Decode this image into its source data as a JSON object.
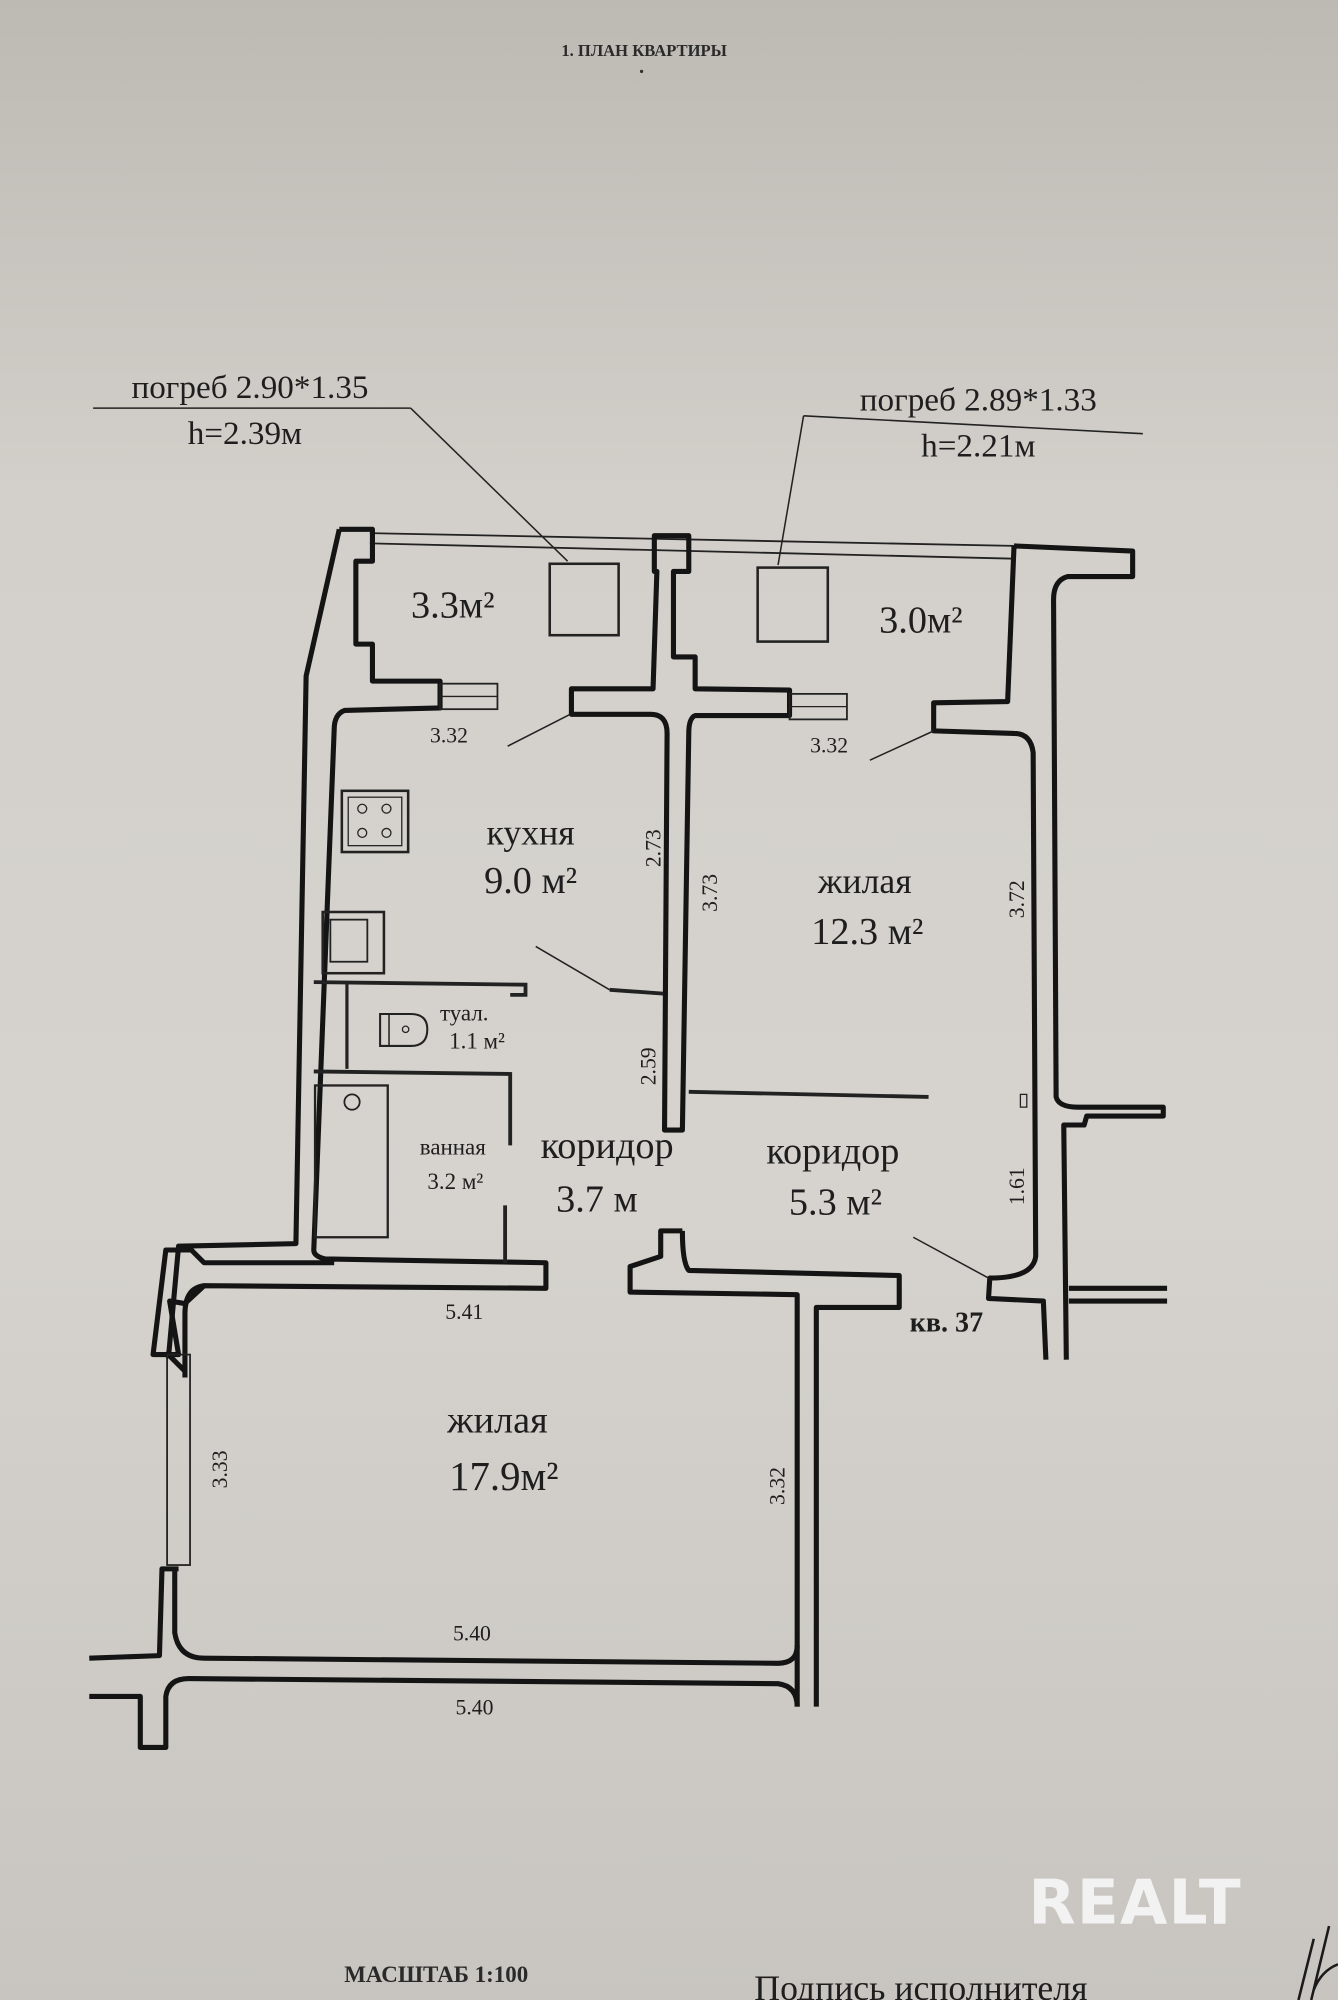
{
  "document": {
    "title": "1. ПЛАН КВАРТИРЫ",
    "scale_label": "МАСШТАБ 1:100",
    "signature_label": "Подпись исполнителя",
    "apartment_label": "кв. 37",
    "watermark": "REALT"
  },
  "cellars": [
    {
      "label": "погреб 2.90*1.35",
      "height": "h=2.39м",
      "area": "3.3м²"
    },
    {
      "label": "погреб 2.89*1.33",
      "height": "h=2.21м",
      "area": "3.0м²"
    }
  ],
  "rooms": {
    "kitchen": {
      "name": "кухня",
      "area": "9.0 м²"
    },
    "living_small": {
      "name": "жилая",
      "area": "12.3 м²"
    },
    "toilet": {
      "name": "туал.",
      "area": "1.1 м²"
    },
    "bathroom": {
      "name": "ванная",
      "area": "3.2 м²"
    },
    "corridor_left": {
      "name": "коридор",
      "area": "3.7 м"
    },
    "corridor_right": {
      "name": "коридор",
      "area": "5.3 м²"
    },
    "living_large": {
      "name": "жилая",
      "area": "17.9м²"
    }
  },
  "dimensions": {
    "kitchen_top": "3.32",
    "living_small_top": "3.32",
    "kitchen_side": "2.73",
    "partition_side": "3.73",
    "living_small_side": "3.72",
    "corridor_side": "2.59",
    "corridor_right_side": "1.61",
    "living_large_top": "5.41",
    "living_large_left": "3.33",
    "living_large_right": "3.32",
    "living_large_bottom": "5.40",
    "exterior_bottom": "5.40"
  }
}
